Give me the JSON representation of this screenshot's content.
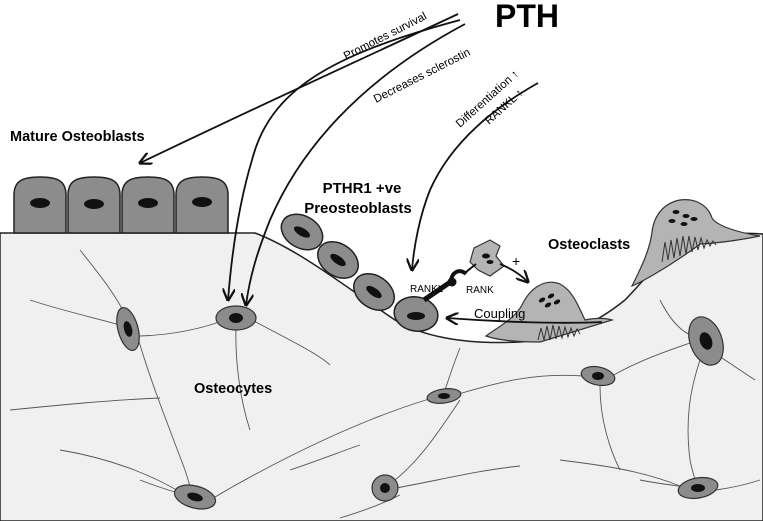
{
  "title": "PTH",
  "labels": {
    "mature_osteoblasts": "Mature Osteoblasts",
    "pthr1_line1": "PTHR1 +ve",
    "pthr1_line2": "Preosteoblasts",
    "osteoclasts": "Osteoclasts",
    "osteocytes": "Osteocytes"
  },
  "arrow_labels": {
    "promotes_survival": "Promotes survival",
    "decreases_sclerostin": "Decreases sclerostin",
    "differentiation": "Differentiation ↑",
    "rankl_up": "RANKL ↑"
  },
  "signaling": {
    "rankl": "RANKL",
    "rank": "RANK",
    "plus": "+",
    "coupling": "Coupling"
  },
  "colors": {
    "bone_matrix": "#f0f0f0",
    "cell_fill": "#8c8c8c",
    "osteoclast_fill": "#b4b4b4",
    "nucleus": "#111111"
  }
}
